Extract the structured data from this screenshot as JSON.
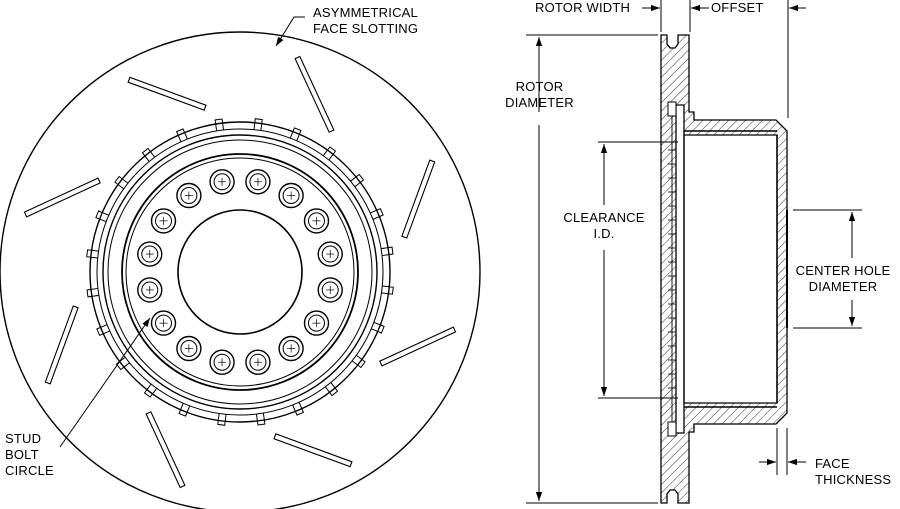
{
  "labels": {
    "face_slotting": [
      "ASYMMETRICAL",
      "FACE SLOTTING"
    ],
    "stud_bolt_circle": [
      "STUD",
      "BOLT",
      "CIRCLE"
    ],
    "rotor_width": "ROTOR WIDTH",
    "offset": "OFFSET",
    "rotor_diameter": [
      "ROTOR",
      "DIAMETER"
    ],
    "clearance_id": [
      "CLEARANCE",
      "I.D."
    ],
    "center_hole_diameter": [
      "CENTER HOLE",
      "DIAMETER"
    ],
    "face_thickness": [
      "FACE",
      "THICKNESS"
    ]
  },
  "front_view": {
    "stud_holes": 16,
    "face_slots": 8
  },
  "colors": {
    "line": "#000000",
    "background": "#ffffff"
  }
}
